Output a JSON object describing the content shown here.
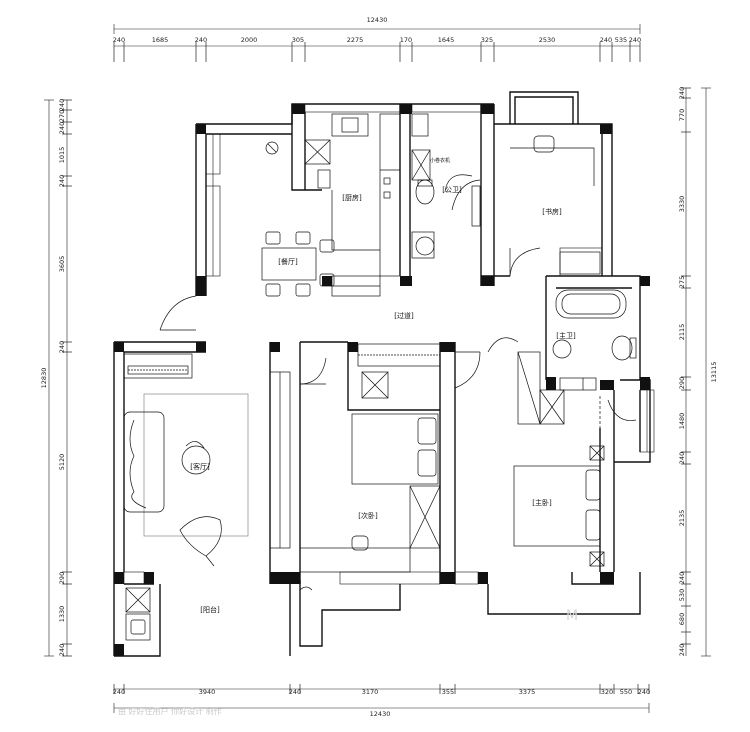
{
  "dimensions": {
    "top_total": "12430",
    "top_segments": [
      "240",
      "1685",
      "240",
      "2000",
      "305",
      "2275",
      "170",
      "1645",
      "325",
      "2530",
      "240",
      "535",
      "240"
    ],
    "bottom_segments": [
      "240",
      "3940",
      "240",
      "3170",
      "355",
      "3375",
      "320",
      "550",
      "240"
    ],
    "bottom_total": "12430",
    "left_total": "12830",
    "left_segments": [
      "240",
      "270",
      "240",
      "1015",
      "240",
      "3605",
      "240",
      "5120",
      "290",
      "1330",
      "240"
    ],
    "right_total": "13115",
    "right_segments": [
      "240",
      "770",
      "3330",
      "275",
      "2115",
      "290",
      "1480",
      "240",
      "2135",
      "240",
      "530",
      "680",
      "240"
    ]
  },
  "rooms": {
    "kitchen": "[厨房]",
    "dining": "[餐厅]",
    "public_bath": "[公卫]",
    "study": "[书房]",
    "corridor": "[过道]",
    "master_bath": "[主卫]",
    "living": "[客厅]",
    "second_bedroom": "[次卧]",
    "master_bedroom": "[主卧]",
    "balcony": "[阳台]"
  },
  "annotations": {
    "washer_note": "小卷衣机"
  },
  "watermark": {
    "text": "由 好好住用户 你好设计 制作",
    "logo": "M"
  }
}
